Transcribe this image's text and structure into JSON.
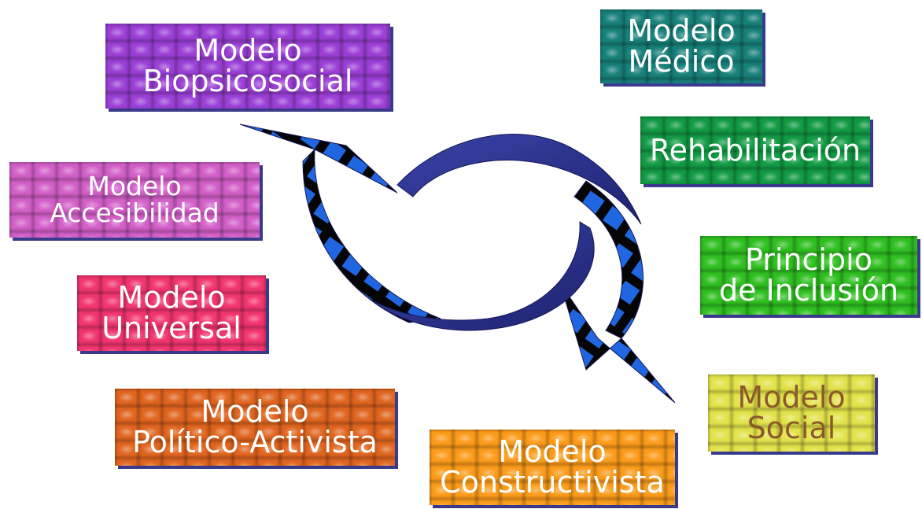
{
  "colors": {
    "arrow_fill": "#2a2f86",
    "arrow_blue": "#1f66e0",
    "arrow_black": "#050505",
    "tile_shadow": "#3a3a8c"
  },
  "cycle_icon": "circular-arrows-icon",
  "boxes": [
    {
      "id": "biopsicosocial",
      "lines": [
        "Modelo",
        "Biopsicosocial"
      ],
      "color": "#9b3fd6",
      "text_color": "#ffffff"
    },
    {
      "id": "medico",
      "lines": [
        "Modelo",
        "Médico"
      ],
      "color": "#17807a",
      "text_color": "#ffffff"
    },
    {
      "id": "rehabilitacion",
      "lines": [
        "Rehabilitación"
      ],
      "color": "#129a45",
      "text_color": "#ffffff"
    },
    {
      "id": "accesibilidad",
      "lines": [
        "Modelo",
        "Accesibilidad"
      ],
      "color": "#d25fc8",
      "text_color": "#ffffff"
    },
    {
      "id": "inclusion",
      "lines": [
        "Principio",
        "de Inclusión"
      ],
      "color": "#2fbf20",
      "text_color": "#ffffff"
    },
    {
      "id": "universal",
      "lines": [
        "Modelo",
        "Universal"
      ],
      "color": "#f2356f",
      "text_color": "#ffffff"
    },
    {
      "id": "social",
      "lines": [
        "Modelo",
        "Social"
      ],
      "color": "#e2e24a",
      "text_color": "#8a5a2b"
    },
    {
      "id": "politico",
      "lines": [
        "Modelo",
        "Político-Activista"
      ],
      "color": "#e0651f",
      "text_color": "#ffffff"
    },
    {
      "id": "constructivista",
      "lines": [
        "Modelo",
        "Constructivista"
      ],
      "color": "#fb9b1a",
      "text_color": "#ffffff"
    }
  ]
}
